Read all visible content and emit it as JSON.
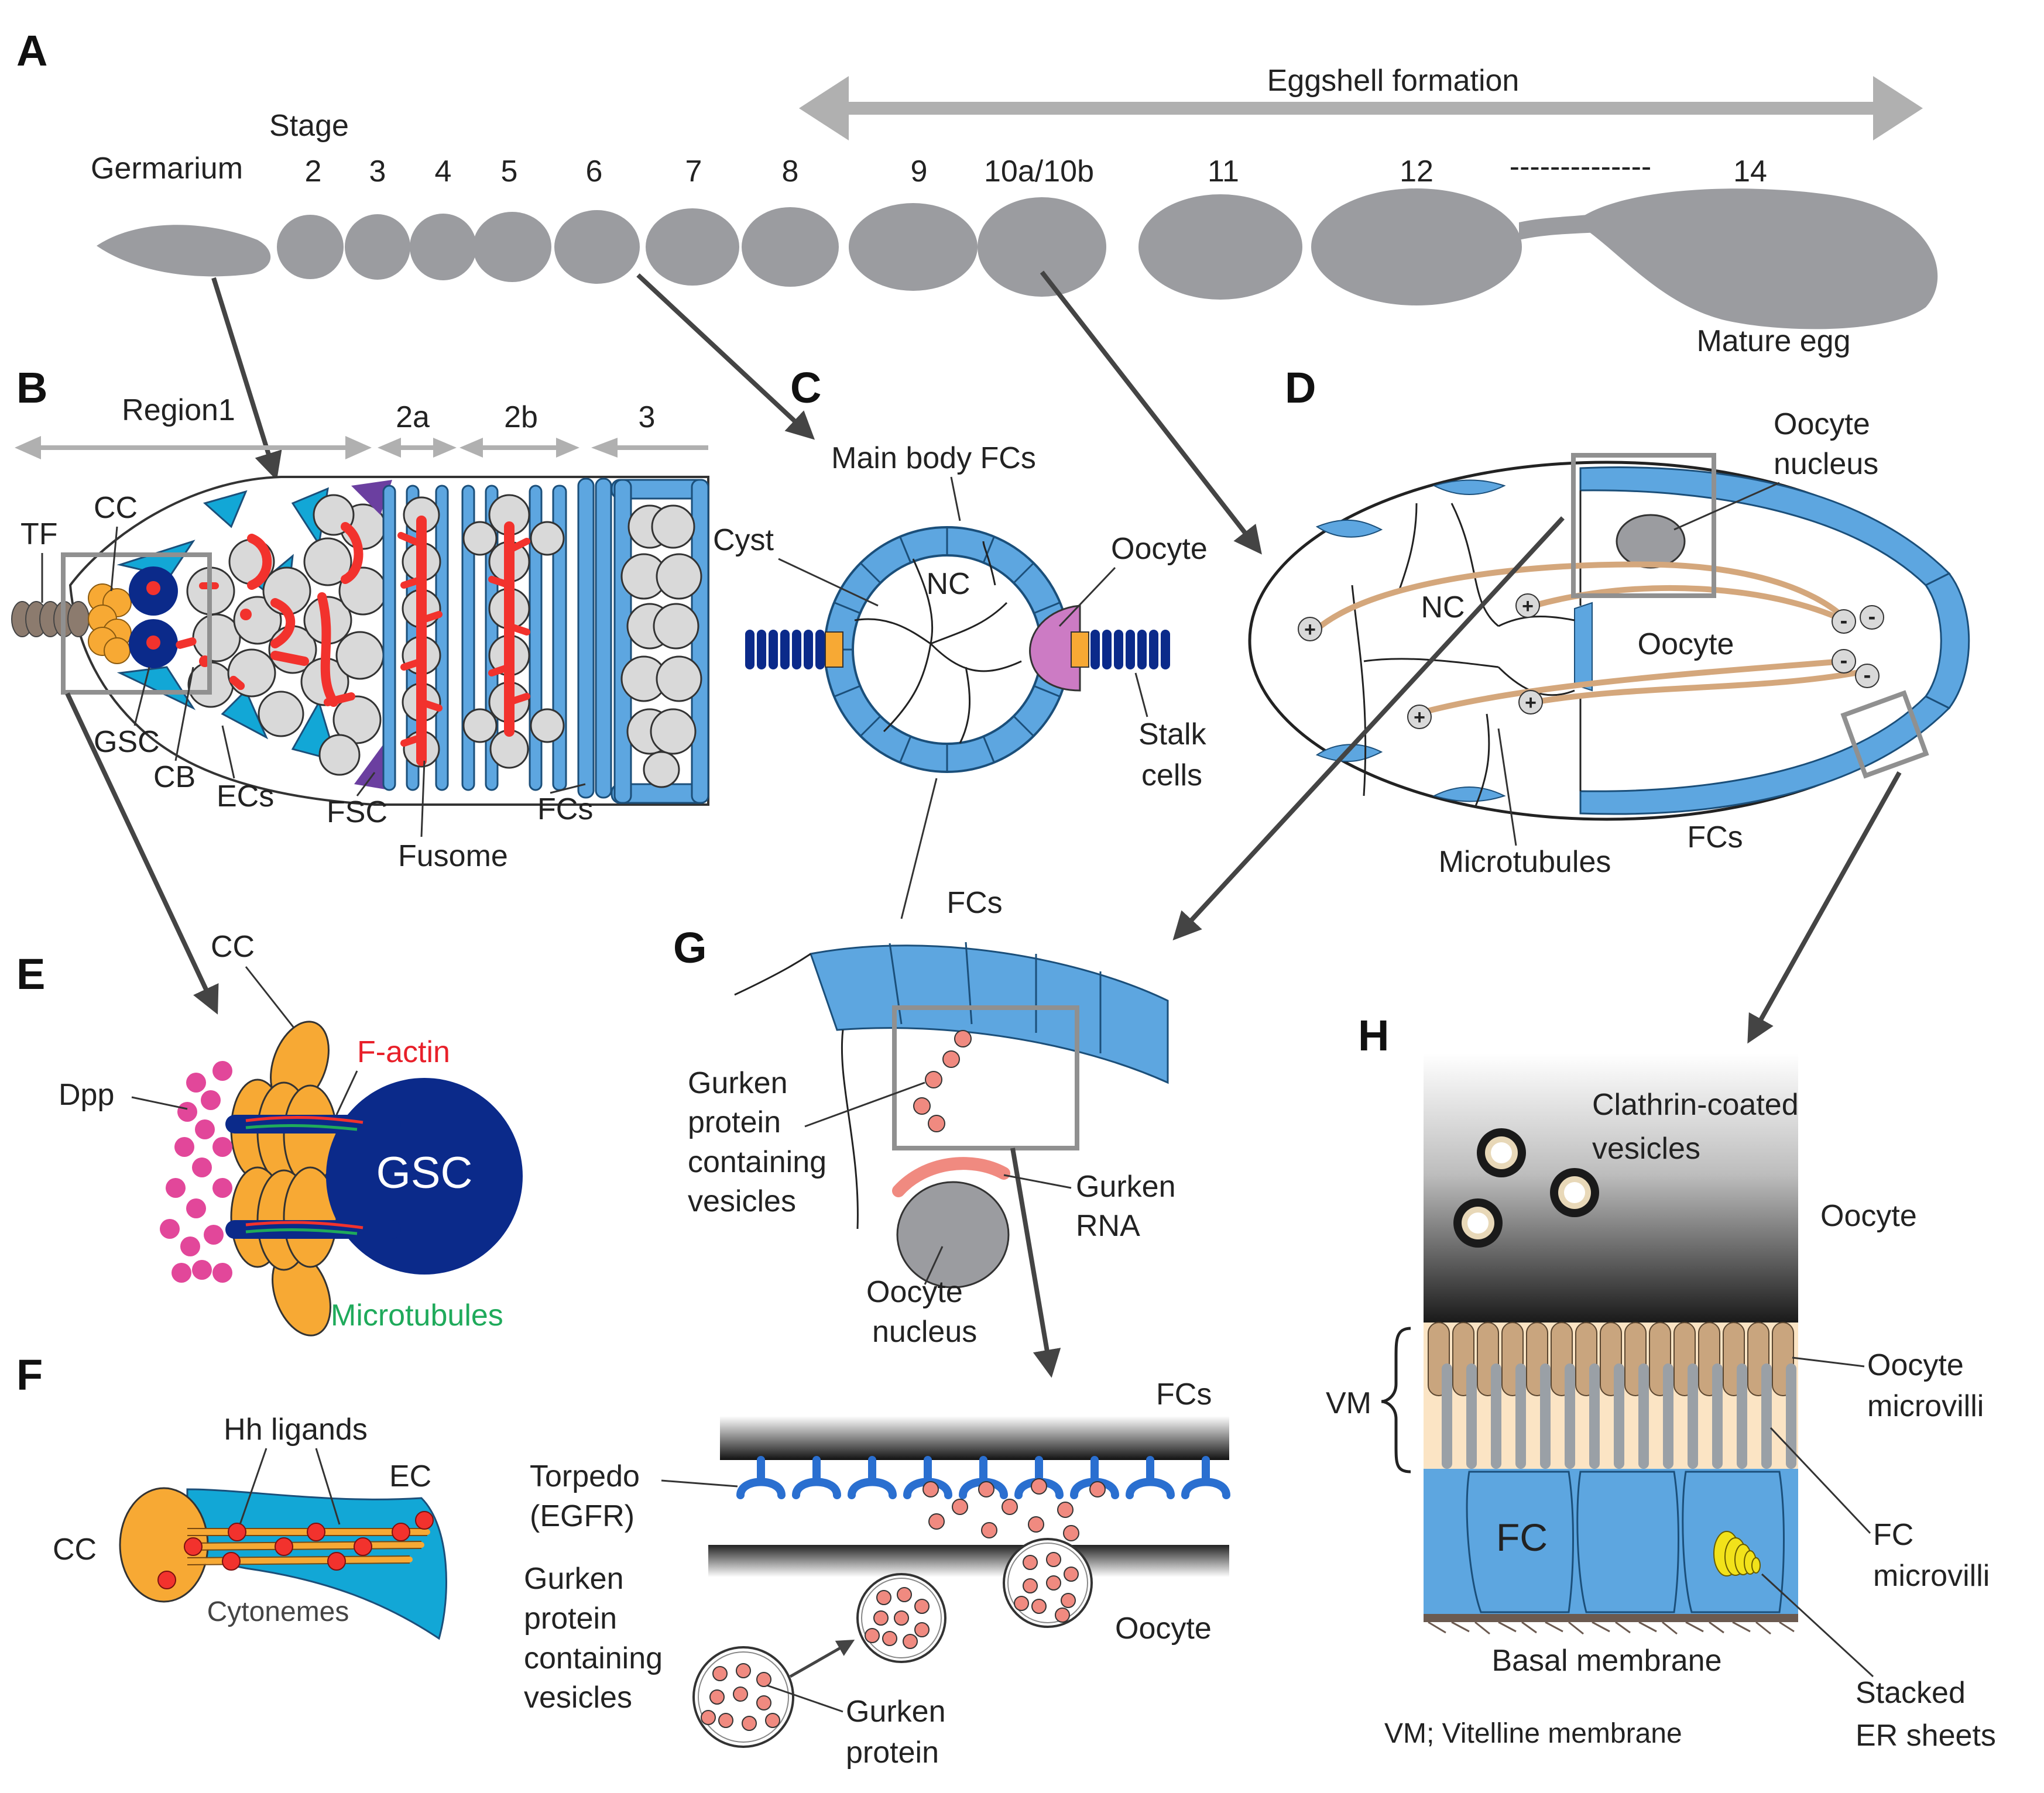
{
  "colors": {
    "grey_egg": "#9b9ca0",
    "fc_blue": "#5da6e0",
    "dark_blue": "#0b2a8a",
    "orange": "#f7a934",
    "red": "#f2322d",
    "pink": "#e2479a",
    "salmon": "#f08a80",
    "tan": "#d4a77c",
    "purple": "#6b3fa0",
    "cyan": "#12a7d6",
    "green": "#1faa5b",
    "yellow": "#f2e21a"
  },
  "panel_letters": [
    "A",
    "B",
    "C",
    "D",
    "E",
    "F",
    "G",
    "H"
  ],
  "a": {
    "eggshell": "Eggshell formation",
    "stage": "Stage",
    "germarium": "Germarium",
    "stages": [
      "2",
      "3",
      "4",
      "5",
      "6",
      "7",
      "8",
      "9",
      "10a/10b",
      "11",
      "12",
      "--------------",
      "14"
    ],
    "mature": "Mature egg"
  },
  "b": {
    "regions": [
      "Region1",
      "2a",
      "2b",
      "3"
    ],
    "tf": "TF",
    "cc": "CC",
    "gsc": "GSC",
    "cb": "CB",
    "ecs": "ECs",
    "fsc": "FSC",
    "fusome": "Fusome",
    "fcs": "FCs"
  },
  "c": {
    "main": "Main body FCs",
    "cyst": "Cyst",
    "nc": "NC",
    "oocyte": "Oocyte",
    "stalk1": "Stalk",
    "stalk2": "cells"
  },
  "d": {
    "nucleus1": "Oocyte",
    "nucleus2": "nucleus",
    "nc": "NC",
    "oocyte": "Oocyte",
    "mt": "Microtubules",
    "fcs": "FCs",
    "plus": "+",
    "minus": "-"
  },
  "e": {
    "cc": "CC",
    "factin": "F-actin",
    "dpp": "Dpp",
    "gsc": "GSC",
    "mt": "Microtubules"
  },
  "f": {
    "hh": "Hh ligands",
    "ec": "EC",
    "cc": "CC",
    "cyto": "Cytonemes"
  },
  "g": {
    "fcs": "FCs",
    "gves": [
      "Gurken",
      "protein",
      "containing",
      "vesicles"
    ],
    "grna": [
      "Gurken",
      "RNA"
    ],
    "onuc": [
      "Oocyte",
      "nucleus"
    ],
    "fcs2": "FCs",
    "torpedo": [
      "Torpedo",
      "(EGFR)"
    ],
    "gves2": [
      "Gurken",
      "protein",
      "containing",
      "vesicles"
    ],
    "gprot": [
      "Gurken",
      "protein"
    ],
    "oocyte": "Oocyte"
  },
  "h": {
    "ccv": [
      "Clathrin-coated",
      "vesicles"
    ],
    "oocyte": "Oocyte",
    "vm": "VM",
    "omv": [
      "Oocyte",
      "microvilli"
    ],
    "fc": "FC",
    "fcmv": [
      "FC",
      "microvilli"
    ],
    "basal": "Basal membrane",
    "er": [
      "Stacked",
      "ER sheets"
    ],
    "foot": "VM; Vitelline membrane"
  }
}
